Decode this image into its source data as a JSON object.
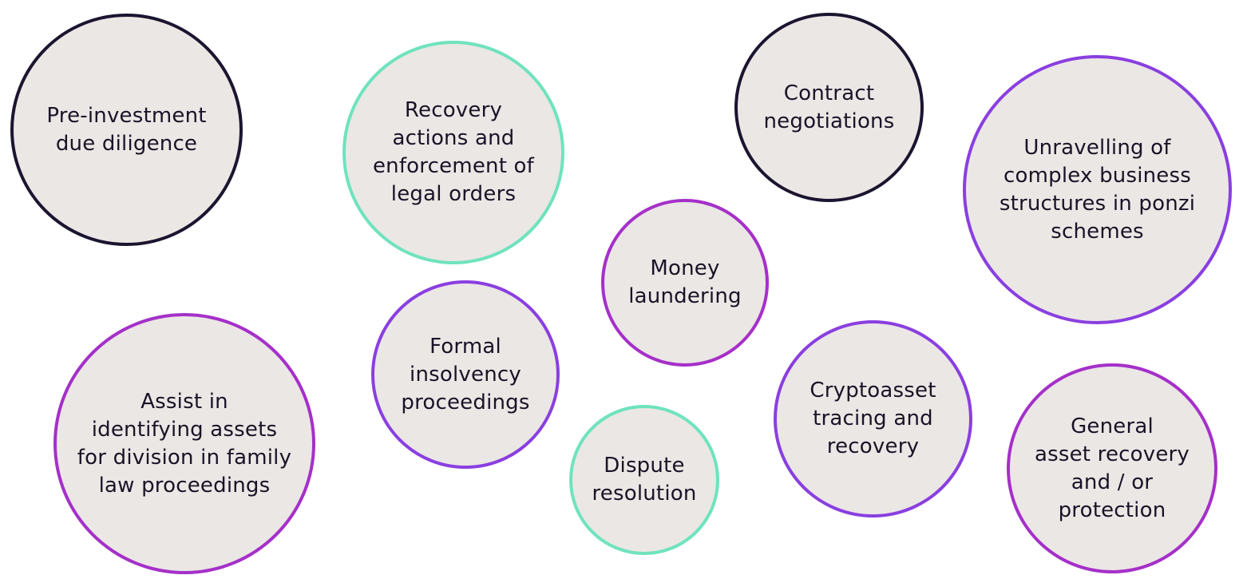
{
  "palette": {
    "fill": "#ebe7e5",
    "dark": "#1c1530",
    "green": "#6fe3bd",
    "violet": "#8a3fe0",
    "magenta": "#a530c9",
    "text": "#1a1327"
  },
  "bubbles": [
    {
      "label": "Pre-investment\ndue diligence",
      "color": "dark"
    },
    {
      "label": "Recovery\nactions and\nenforcement of\nlegal orders",
      "color": "green"
    },
    {
      "label": "Contract\nnegotiations",
      "color": "dark"
    },
    {
      "label": "Unravelling of\ncomplex business\nstructures in ponzi\nschemes",
      "color": "violet"
    },
    {
      "label": "Money\nlaundering",
      "color": "magenta"
    },
    {
      "label": "Formal\ninsolvency\nproceedings",
      "color": "violet"
    },
    {
      "label": "Assist in\nidentifying assets\nfor division in family\nlaw proceedings",
      "color": "magenta"
    },
    {
      "label": "Dispute\nresolution",
      "color": "green"
    },
    {
      "label": "Cryptoasset\ntracing and\nrecovery",
      "color": "violet"
    },
    {
      "label": "General\nasset recovery\nand / or\nprotection",
      "color": "magenta"
    }
  ]
}
